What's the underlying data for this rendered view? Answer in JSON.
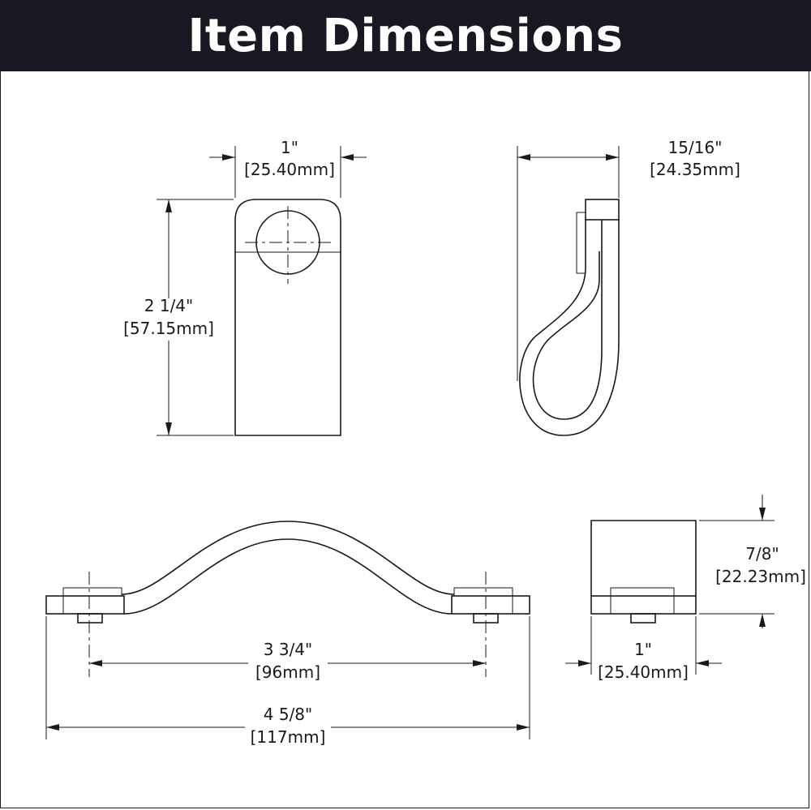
{
  "header": {
    "title": "Item Dimensions"
  },
  "colors": {
    "header_bg": "#171821",
    "header_text": "#ffffff",
    "line": "#1a1a1a"
  },
  "dimensions": {
    "front_width": {
      "imperial": "1\"",
      "metric": "[25.40mm]"
    },
    "front_height": {
      "imperial": "2 1/4\"",
      "metric": "[57.15mm]"
    },
    "side_depth": {
      "imperial": "15/16\"",
      "metric": "[24.35mm]"
    },
    "center_to_center": {
      "imperial": "3 3/4\"",
      "metric": "[96mm]"
    },
    "overall_length": {
      "imperial": "4 5/8\"",
      "metric": "[117mm]"
    },
    "end_height": {
      "imperial": "7/8\"",
      "metric": "[22.23mm]"
    },
    "end_width": {
      "imperial": "1\"",
      "metric": "[25.40mm]"
    }
  }
}
